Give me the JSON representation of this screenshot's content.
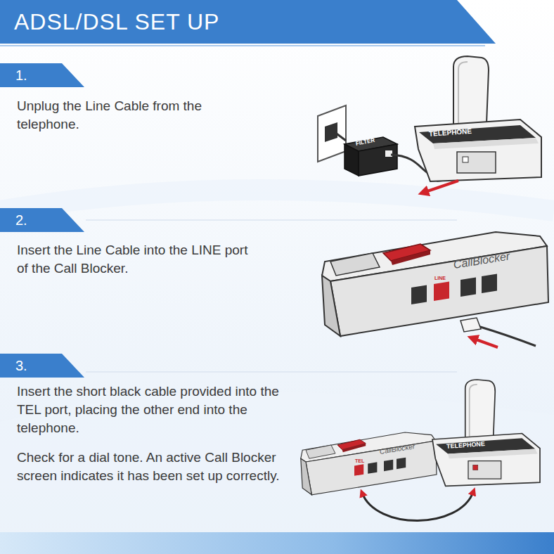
{
  "diagram": {
    "title": "ADSL/DSL SET UP",
    "nodes": [
      {
        "text": [
          "1."
        ]
      },
      {
        "text": [
          "FILTER"
        ]
      },
      {
        "text": [
          "TELEPHONE"
        ]
      },
      {
        "text": [
          "2."
        ]
      },
      {
        "text": [
          "CallBlocker",
          "LINE"
        ]
      },
      {
        "text": [
          "3."
        ]
      },
      {
        "text": [
          "CallBlocker",
          "TEL"
        ]
      },
      {
        "text": [
          "TELEPHONE"
        ]
      }
    ],
    "edges": [
      {
        "from": 6,
        "to": 7,
        "arrow": "both"
      }
    ],
    "labels": [
      "Unplug the Line Cable from the telephone.",
      "Insert the Line Cable into the LINE port of the Call Blocker.",
      "Insert the short black cable provided into the TEL port, placing the other end into the telephone.",
      "Check for a dial tone. An active Call Blocker screen indicates it has been set up correctly."
    ]
  }
}
